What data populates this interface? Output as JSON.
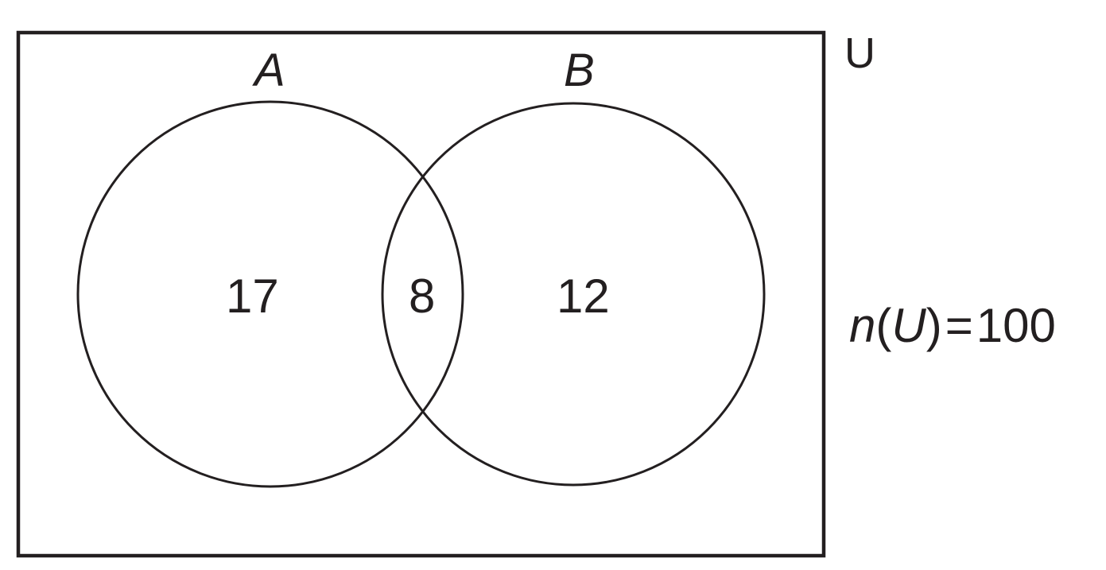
{
  "diagram": {
    "type": "venn",
    "universe_label": "U",
    "sets": [
      {
        "name": "A",
        "label": "A"
      },
      {
        "name": "B",
        "label": "B"
      }
    ],
    "regions": {
      "a_only": "17",
      "a_and_b": "8",
      "b_only": "12"
    },
    "note": {
      "n": "n",
      "open": "(",
      "u": "U",
      "close": ")",
      "equals": "=",
      "value": "100"
    },
    "colors": {
      "stroke": "#231f20",
      "background": "#ffffff"
    }
  }
}
